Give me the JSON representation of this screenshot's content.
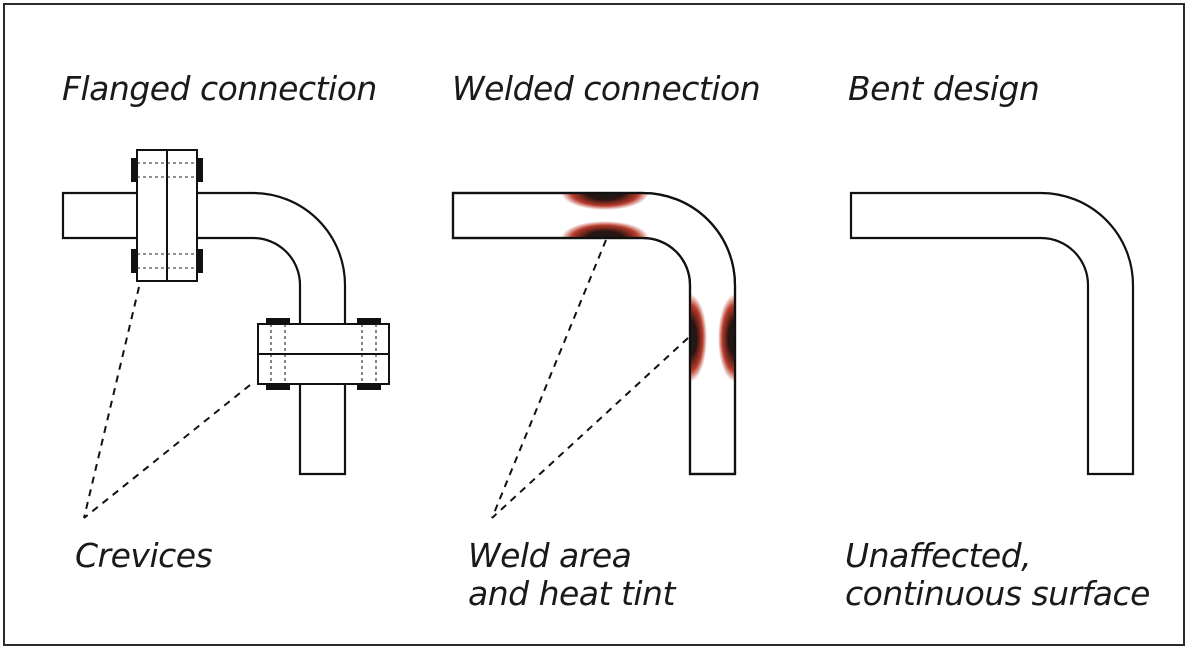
{
  "panels": [
    {
      "title": "Flanged connection",
      "caption_lines": [
        "Crevices"
      ]
    },
    {
      "title": "Welded connection",
      "caption_lines": [
        "Weld area",
        "and heat tint"
      ]
    },
    {
      "title": "Bent design",
      "caption_lines": [
        "Unaffected,",
        "continuous surface"
      ]
    }
  ],
  "colors": {
    "heat_tint": "#b83a2a",
    "weld_core": "#1a1a1a",
    "outline": "#111111"
  }
}
